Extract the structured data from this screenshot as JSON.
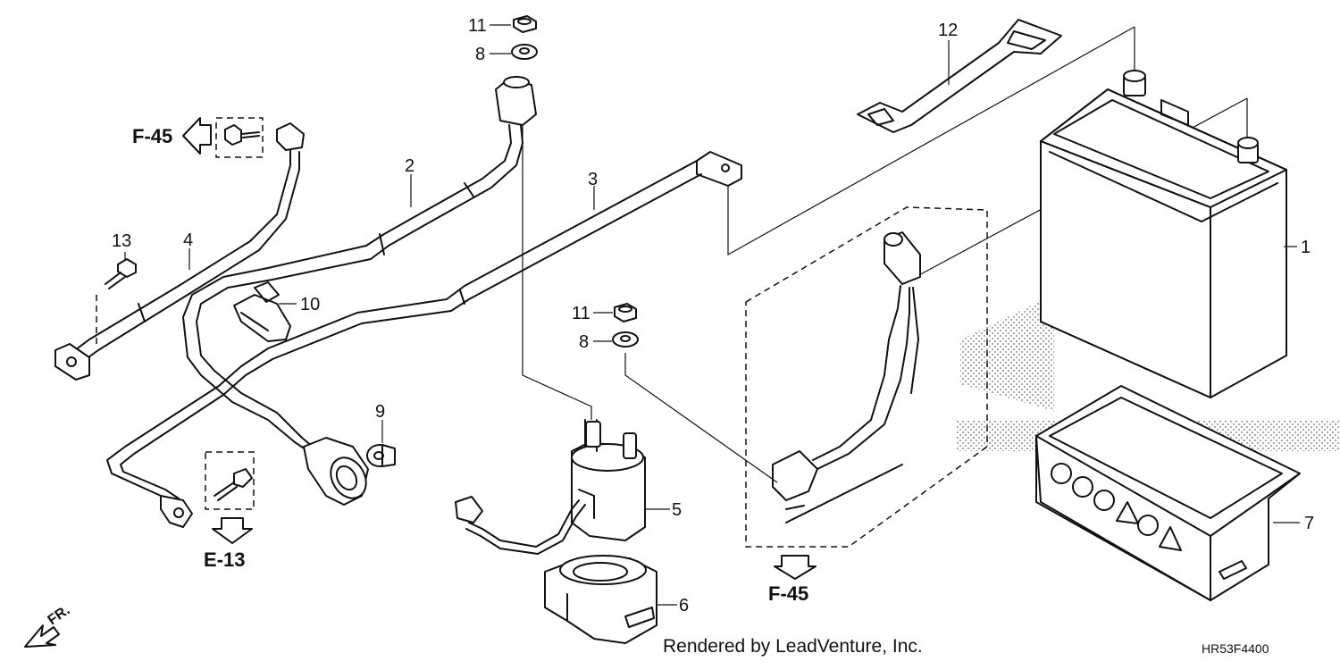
{
  "diagram": {
    "part_numbers": {
      "battery": "1",
      "starter_cable": "2",
      "battery_cable": "3",
      "ground_cable": "4",
      "starter_relay": "5",
      "relay_cover": "6",
      "battery_box": "7",
      "washer_top": "8",
      "washer_mid": "8",
      "grommet_nut": "9",
      "clamp": "10",
      "nut_top": "11",
      "nut_mid": "11",
      "battery_band": "12",
      "bolt": "13"
    },
    "references": {
      "ground_ref": "F-45",
      "frame_ref": "E-13",
      "harness_ref": "F-45"
    },
    "direction_label": "FR.",
    "footer": {
      "rendered_by": "Rendered by LeadVenture, Inc.",
      "drawing_code": "HR53F4400"
    }
  },
  "colors": {
    "ink": "#111111",
    "paper": "#ffffff"
  }
}
